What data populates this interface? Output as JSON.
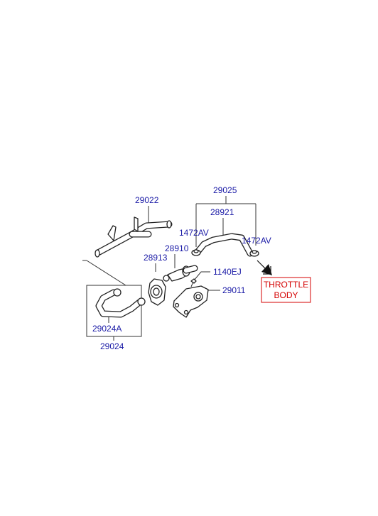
{
  "labels": {
    "p29025": "29025",
    "p29022": "29022",
    "p28921": "28921",
    "p1472av_left": "1472AV",
    "p1472av_right": "1472AV",
    "p28913": "28913",
    "p28910": "28910",
    "p1140ej": "1140EJ",
    "p29011": "29011",
    "p29024a": "29024A",
    "p29024": "29024"
  },
  "callout": {
    "line1": "THROTTLE",
    "line2": "BODY"
  },
  "colors": {
    "part_number": "#1a1aa6",
    "callout_text": "#d40000",
    "callout_border": "#d40000",
    "line": "#222222"
  }
}
